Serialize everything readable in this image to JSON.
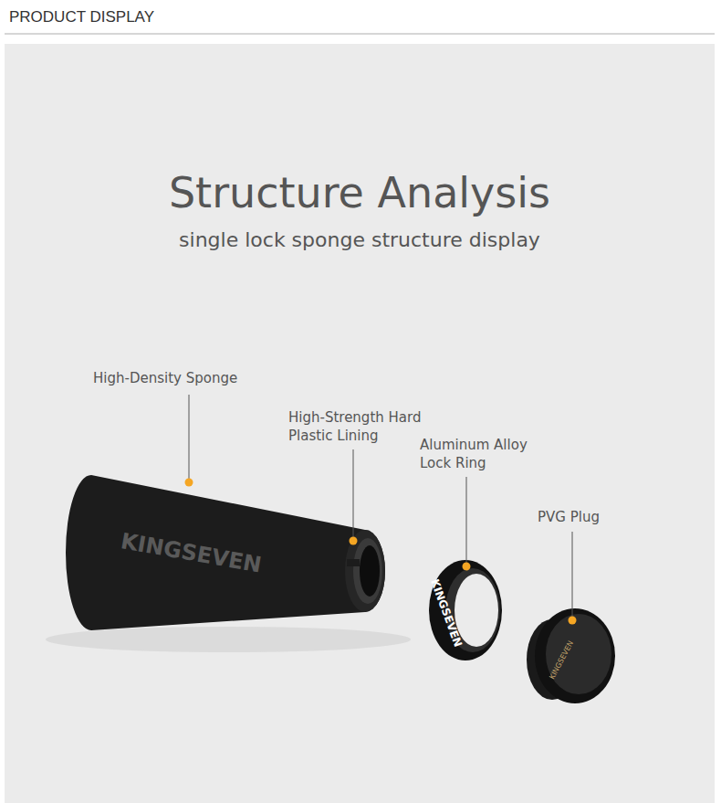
{
  "diagram": {
    "title": "Structure Analysis",
    "labels": [
      "PRODUCT DISPLAY",
      "single lock sponge structure display",
      "High-Density Sponge",
      "High-Strength Hard Plastic Lining",
      "Aluminum Alloy Lock Ring",
      "PVG Plug",
      "KINGSEVEN",
      "KINGSEVEN",
      "KINGSEVEN"
    ]
  }
}
